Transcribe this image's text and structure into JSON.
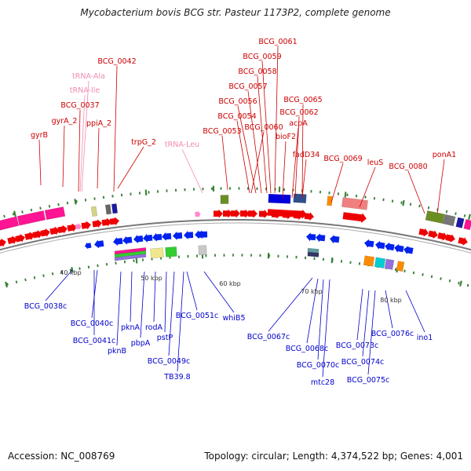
{
  "title": "Mycobacterium bovis BCG str. Pasteur 1173P2, complete genome",
  "footer": {
    "accession": "Accession: NC_008769",
    "summary": "Topology: circular; Length: 4,374,522 bp; Genes: 4,001"
  },
  "colors": {
    "forward_label": "#cc0000",
    "reverse_label": "#0000cc",
    "trna_label": "#f08cb4",
    "forward_gene": "#ee0000",
    "reverse_gene": "#0022ee",
    "tick": "#2a8a2a",
    "backbone": "#777777"
  },
  "ticks": [
    "40 kbp",
    "50 kbp",
    "60 kbp",
    "70 kbp",
    "80 kbp"
  ],
  "forward_labels": [
    {
      "text": "BCG_0061"
    },
    {
      "text": "BCG_0059"
    },
    {
      "text": "BCG_0042"
    },
    {
      "text": "BCG_0058"
    },
    {
      "text": "tRNA-Ala"
    },
    {
      "text": "BCG_0057"
    },
    {
      "text": "tRNA-Ile"
    },
    {
      "text": "BCG_0056"
    },
    {
      "text": "BCG_0065"
    },
    {
      "text": "BCG_0037"
    },
    {
      "text": "BCG_0062"
    },
    {
      "text": "BCG_0054"
    },
    {
      "text": "gyrA_2"
    },
    {
      "text": "ppiA_2"
    },
    {
      "text": "acpA"
    },
    {
      "text": "BCG_0060"
    },
    {
      "text": "BCG_0053"
    },
    {
      "text": "gyrB"
    },
    {
      "text": "bioF2"
    },
    {
      "text": "trpG_2"
    },
    {
      "text": "tRNA-Leu"
    },
    {
      "text": "fadD34"
    },
    {
      "text": "ponA1"
    },
    {
      "text": "BCG_0069"
    },
    {
      "text": "leuS"
    },
    {
      "text": "BCG_0080"
    }
  ],
  "reverse_labels": [
    {
      "text": "BCG_0038c"
    },
    {
      "text": "BCG_0040c"
    },
    {
      "text": "BCG_0041c"
    },
    {
      "text": "pknA"
    },
    {
      "text": "rodA"
    },
    {
      "text": "pknB"
    },
    {
      "text": "pbpA"
    },
    {
      "text": "pstP"
    },
    {
      "text": "BCG_0051c"
    },
    {
      "text": "whiB5"
    },
    {
      "text": "BCG_0049c"
    },
    {
      "text": "TB39.8"
    },
    {
      "text": "BCG_0067c"
    },
    {
      "text": "BCG_0068c"
    },
    {
      "text": "BCG_0070c"
    },
    {
      "text": "mtc28"
    },
    {
      "text": "BCG_0073c"
    },
    {
      "text": "BCG_0076c"
    },
    {
      "text": "ino1"
    },
    {
      "text": "BCG_0074c"
    },
    {
      "text": "BCG_0075c"
    }
  ]
}
